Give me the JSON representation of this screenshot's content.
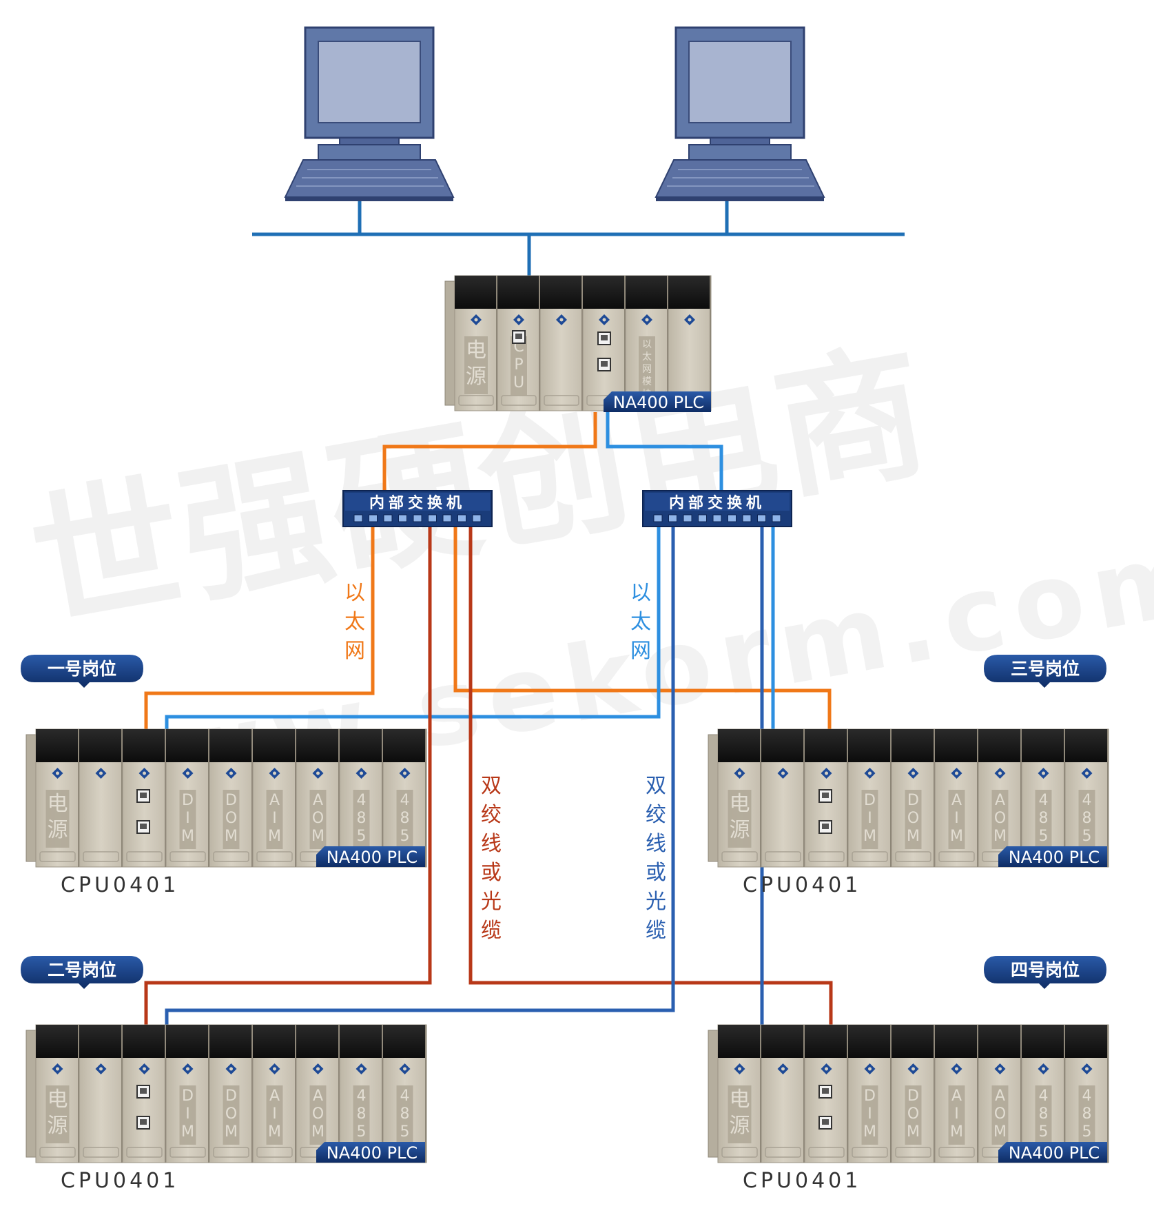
{
  "top_plc": {
    "label": "NA400 PLC",
    "modules": [
      "电源",
      "CPU",
      "",
      "",
      "以太网模块",
      ""
    ]
  },
  "switches": [
    {
      "label": "内部交换机"
    },
    {
      "label": "内部交换机"
    }
  ],
  "cable_labels": {
    "ethernet_left": "以太网",
    "ethernet_right": "以太网",
    "twisted_left": "双绞线或光缆",
    "twisted_right": "双绞线或光缆"
  },
  "stations": [
    {
      "name": "一号岗位",
      "plc_label": "NA400 PLC",
      "cpu": "CPU0401"
    },
    {
      "name": "三号岗位",
      "plc_label": "NA400 PLC",
      "cpu": "CPU0401"
    },
    {
      "name": "二号岗位",
      "plc_label": "NA400 PLC",
      "cpu": "CPU0401"
    },
    {
      "name": "四号岗位",
      "plc_label": "NA400 PLC",
      "cpu": "CPU0401"
    }
  ],
  "station_modules": [
    "电源",
    "",
    "",
    "DIM",
    "DOM",
    "AIM",
    "AOM",
    "485",
    "485"
  ],
  "watermark": {
    "main": "世强硬创电商",
    "sub": "www.sekorm.com"
  },
  "colors": {
    "monitor": "#6078a8",
    "screen": "#a8b4d0",
    "network_bus": "#1f6fb5",
    "ethernet_orange": "#f07818",
    "ethernet_blue": "#2d8fe0",
    "twisted_red": "#b83818",
    "twisted_blue": "#2a5fb0",
    "badge_navy": "#143a78",
    "module_body": "#ccc6b8",
    "module_top": "#1a1a1a"
  }
}
